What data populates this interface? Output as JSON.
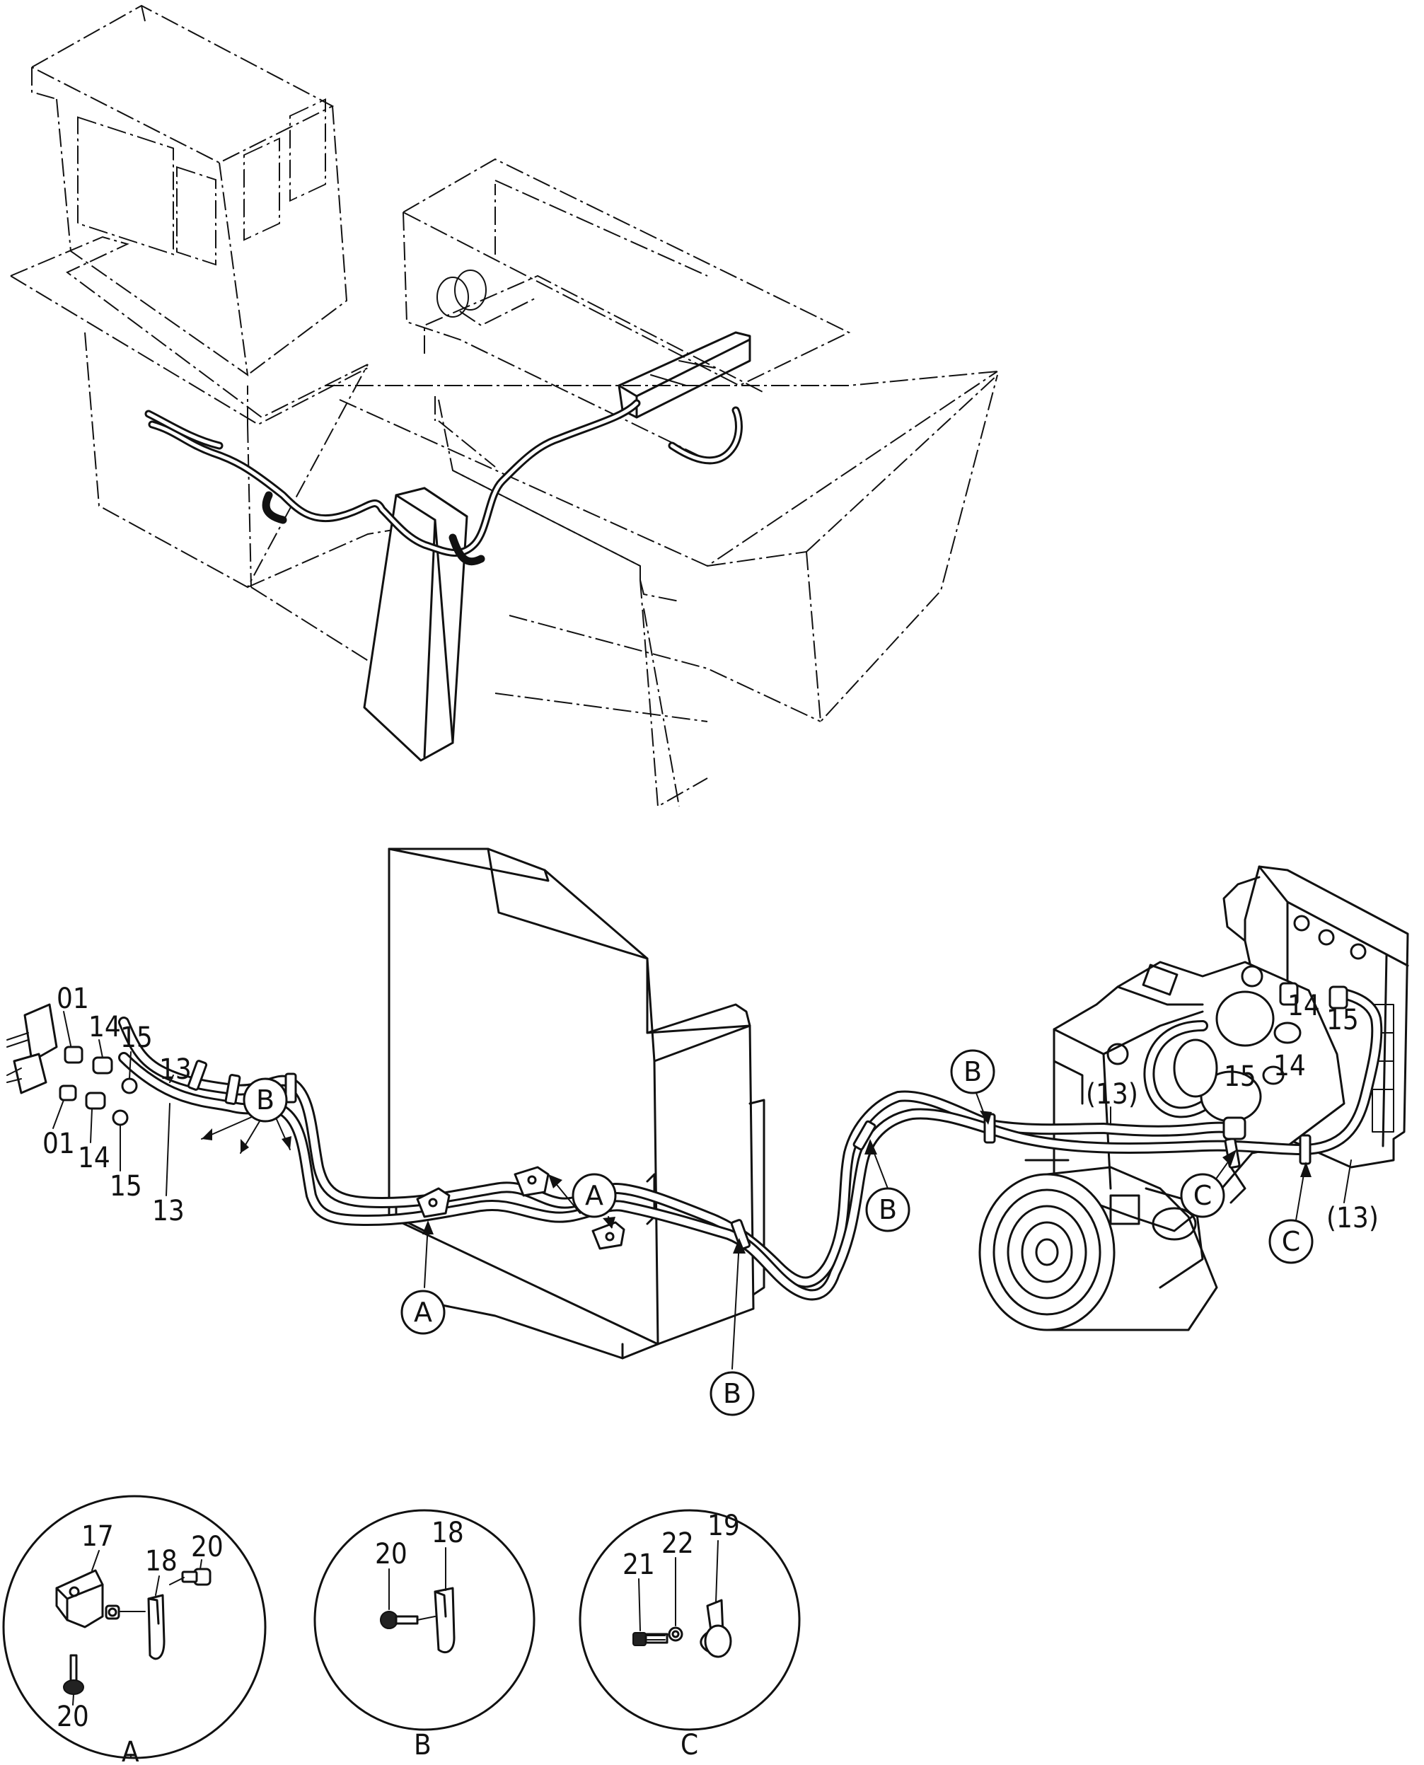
{
  "labels": {
    "p01": "01",
    "p13": "13",
    "p14": "14",
    "p15": "15",
    "p13_ref": "(13)",
    "p17": "17",
    "p18": "18",
    "p19": "19",
    "p20": "20",
    "p21": "21",
    "p22": "22"
  },
  "callouts": {
    "a": "A",
    "b": "B",
    "c": "C"
  },
  "details": {
    "a": "A",
    "b": "B",
    "c": "C"
  }
}
